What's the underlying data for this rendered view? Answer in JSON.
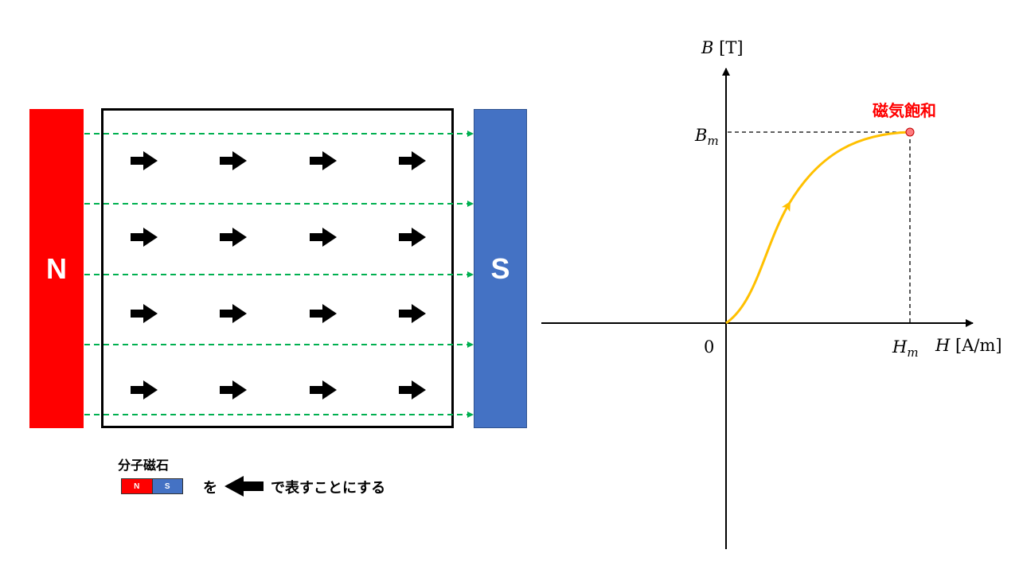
{
  "magnets": {
    "north_label": "N",
    "south_label": "S",
    "north_color": "#ff0000",
    "south_color": "#4472c4"
  },
  "field_lines": {
    "color": "#00b050",
    "count": 5
  },
  "molecular_magnets": {
    "rows": 4,
    "cols": 4,
    "direction": "right"
  },
  "legend": {
    "title": "分子磁石",
    "mini_north": "N",
    "mini_south": "S",
    "particle": "を",
    "sentence": "で表すことにする",
    "arrow_direction": "left"
  },
  "graph": {
    "y_axis_var": "B",
    "y_axis_unit": "[T]",
    "x_axis_var": "H",
    "x_axis_unit": "[A/m]",
    "origin": "0",
    "bm_var": "B",
    "bm_sub": "m",
    "hm_var": "H",
    "hm_sub": "m",
    "saturation_label": "磁気飽和",
    "curve_color": "#ffc000",
    "point_color": "#ff7c80"
  }
}
